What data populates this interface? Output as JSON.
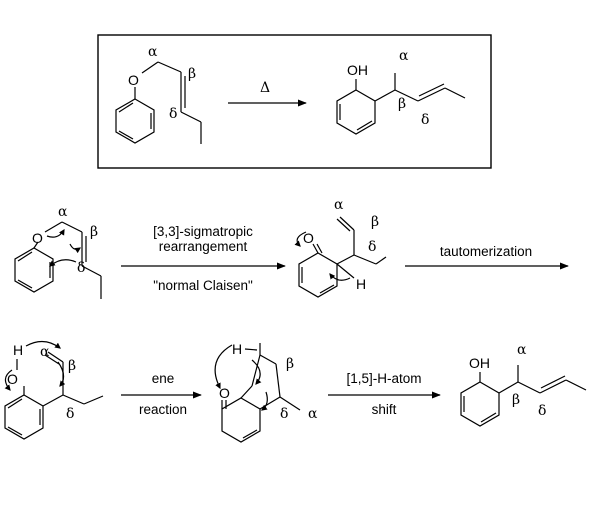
{
  "greek": {
    "alpha": "α",
    "beta": "β",
    "delta": "δ"
  },
  "atoms": {
    "O": "O",
    "OH": "OH",
    "H": "H"
  },
  "overview": {
    "arrow_label": "Δ"
  },
  "step1": {
    "label_line1": "[3,3]-sigmatropic",
    "label_line2": "rearrangement",
    "label_below": "\"normal Claisen\""
  },
  "step2": {
    "label": "tautomerization"
  },
  "step3": {
    "label_above": "ene",
    "label_below": "reaction"
  },
  "step4": {
    "label_above": "[1,5]-H-atom",
    "label_below": "shift"
  }
}
